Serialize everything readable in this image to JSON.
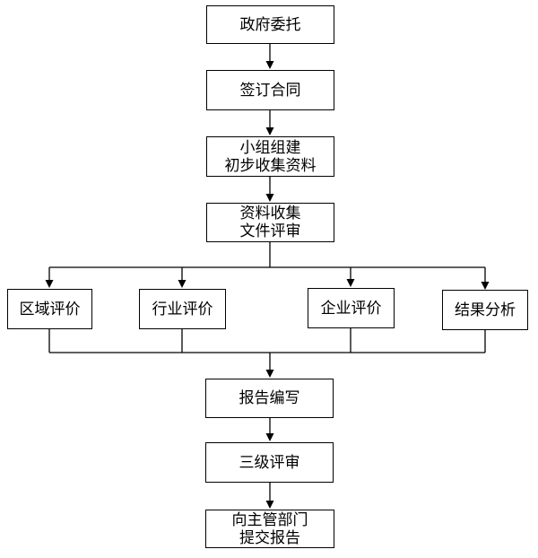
{
  "diagram": {
    "type": "flowchart",
    "background_color": "#ffffff",
    "line_color": "#000000",
    "node_border_color": "#000000",
    "node_fill_color": "#ffffff",
    "text_color": "#000000",
    "nodes": [
      {
        "id": "government-commission",
        "label": "政府委托"
      },
      {
        "id": "sign-contract",
        "label": "签订合同"
      },
      {
        "id": "team-formation",
        "label": "小组组建\n初步收集资料"
      },
      {
        "id": "data-collection-review",
        "label": "资料收集\n文件评审"
      },
      {
        "id": "regional-evaluation",
        "label": "区域评价"
      },
      {
        "id": "industry-evaluation",
        "label": "行业评价"
      },
      {
        "id": "enterprise-evaluation",
        "label": "企业评价"
      },
      {
        "id": "result-analysis",
        "label": "结果分析"
      },
      {
        "id": "report-writing",
        "label": "报告编写"
      },
      {
        "id": "three-level-review",
        "label": "三级评审"
      },
      {
        "id": "submit-report",
        "label": "向主管部门\n提交报告"
      }
    ],
    "edges": [
      {
        "from": "government-commission",
        "to": "sign-contract"
      },
      {
        "from": "sign-contract",
        "to": "team-formation"
      },
      {
        "from": "team-formation",
        "to": "data-collection-review"
      },
      {
        "from": "data-collection-review",
        "to": "regional-evaluation"
      },
      {
        "from": "data-collection-review",
        "to": "industry-evaluation"
      },
      {
        "from": "data-collection-review",
        "to": "enterprise-evaluation"
      },
      {
        "from": "data-collection-review",
        "to": "result-analysis"
      },
      {
        "from": "regional-evaluation",
        "to": "report-writing"
      },
      {
        "from": "industry-evaluation",
        "to": "report-writing"
      },
      {
        "from": "enterprise-evaluation",
        "to": "report-writing"
      },
      {
        "from": "result-analysis",
        "to": "report-writing"
      },
      {
        "from": "report-writing",
        "to": "three-level-review"
      },
      {
        "from": "three-level-review",
        "to": "submit-report"
      }
    ]
  }
}
